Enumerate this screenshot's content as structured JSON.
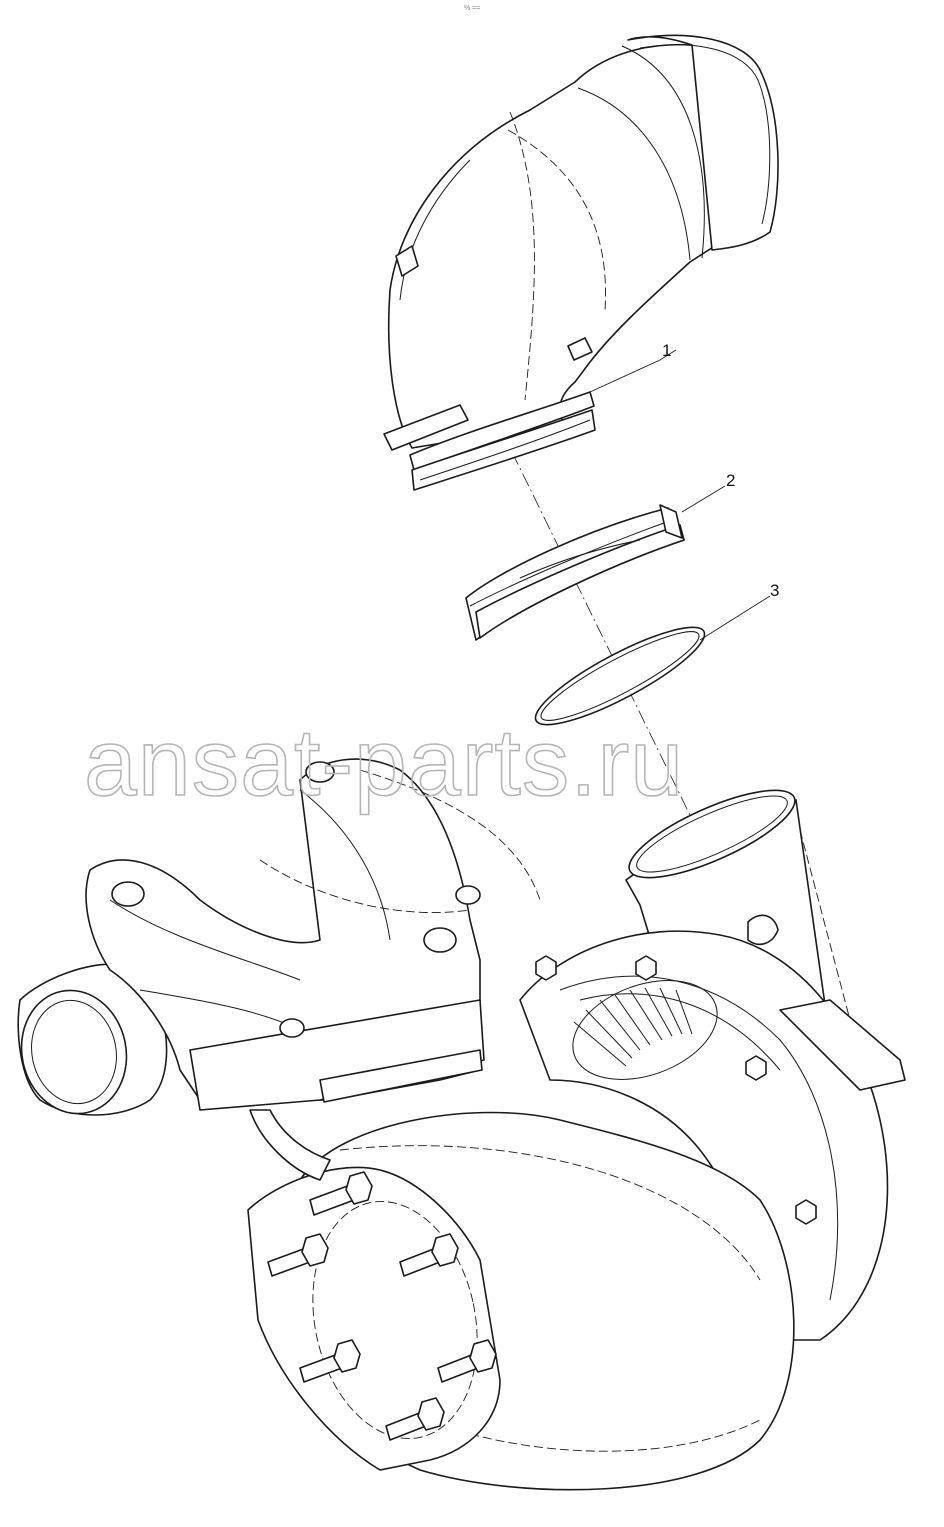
{
  "page_marker": "% ==",
  "watermark": "ansat-parts.ru",
  "callouts": [
    {
      "label": "1"
    },
    {
      "label": "2"
    },
    {
      "label": "3"
    }
  ]
}
